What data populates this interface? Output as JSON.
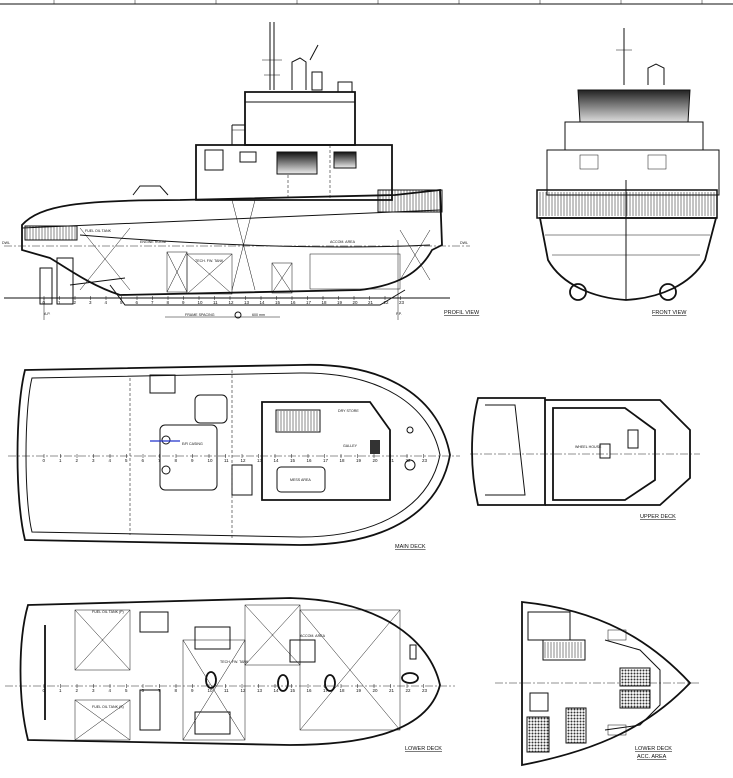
{
  "views": {
    "profile": "PROFIL VIEW",
    "front": "FRONT VIEW",
    "main_deck": "MAIN DECK",
    "upper_deck": "UPPER DECK",
    "lower_deck": "LOWER DECK",
    "lower_deck_acc_1": "LOWER DECK",
    "lower_deck_acc_2": "ACC. AREA"
  },
  "profile": {
    "dwl_left": "DWL",
    "dwl_right": "DWL",
    "ap": "A.P.",
    "fp": "F.P.",
    "frame_spacing": "FRAME SPACING",
    "frame_spacing_value": "600  mm",
    "engine_room": "ENGINE ROOM",
    "accom_area": "ACCOM. AREA",
    "fuel_tank": "FUEL OIL TANK",
    "fuel_tank_2": "TECH. FW. TANK"
  },
  "main_deck": {
    "mess_area": "MESS AREA",
    "galley": "GALLEY",
    "store": "DRY STORE",
    "engine_casing": "E/R CASING"
  },
  "upper_deck": {
    "wheel_house": "WHEEL HOUSE"
  },
  "lower_deck": {
    "fuel_tank_ps": "FUEL OIL TANK (P)",
    "fuel_tank_sb": "FUEL OIL TANK (S)",
    "tech_fw": "TECH. FW. TANK",
    "accom": "ACCOM. AREA"
  },
  "frames": [
    "0",
    "1",
    "2",
    "3",
    "4",
    "5",
    "6",
    "7",
    "8",
    "9",
    "10",
    "11",
    "12",
    "13",
    "14",
    "15",
    "16",
    "17",
    "18",
    "19",
    "20",
    "21",
    "22",
    "23"
  ],
  "title_block_marks": [
    "1",
    "2",
    "3",
    "4",
    "5",
    "6",
    "7",
    "8",
    "9"
  ]
}
